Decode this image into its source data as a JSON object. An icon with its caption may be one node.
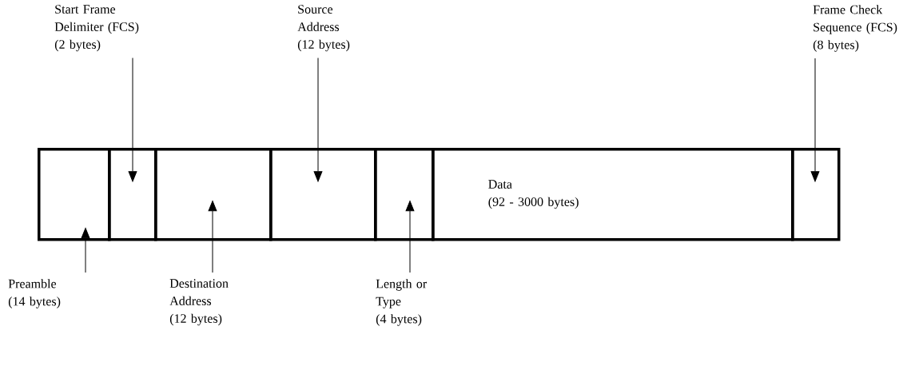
{
  "diagram": {
    "nodes": [
      {
        "text": [],
        "shape": "box"
      },
      {
        "text": [],
        "shape": "box"
      },
      {
        "text": [],
        "shape": "box"
      },
      {
        "text": [],
        "shape": "box"
      },
      {
        "text": [],
        "shape": "box"
      },
      {
        "text": [
          "Data",
          "(92 - 3000 bytes)"
        ]
      },
      {
        "text": [],
        "shape": "box"
      },
      {
        "text": [
          "Preamble",
          "(14 bytes)"
        ]
      },
      {
        "text": [
          "Start Frame Delimiter (FCS)",
          "(2 bytes)"
        ]
      },
      {
        "text": [
          "Destination Address",
          "(12 bytes)"
        ]
      },
      {
        "text": [
          "Source Address",
          "(12 bytes)"
        ]
      },
      {
        "text": [
          "Length or Type",
          "(4 bytes)"
        ]
      },
      {
        "text": [
          "Frame Check Sequence (FCS)",
          "(8 bytes)"
        ]
      }
    ],
    "edges": [
      {
        "from": 7,
        "to": 0,
        "arrow": "to"
      },
      {
        "from": 8,
        "to": 1,
        "arrow": "to"
      },
      {
        "from": 9,
        "to": 2,
        "arrow": "to"
      },
      {
        "from": 10,
        "to": 3,
        "arrow": "to"
      },
      {
        "from": 11,
        "to": 4,
        "arrow": "to"
      },
      {
        "from": 12,
        "to": 6,
        "arrow": "to"
      }
    ]
  }
}
